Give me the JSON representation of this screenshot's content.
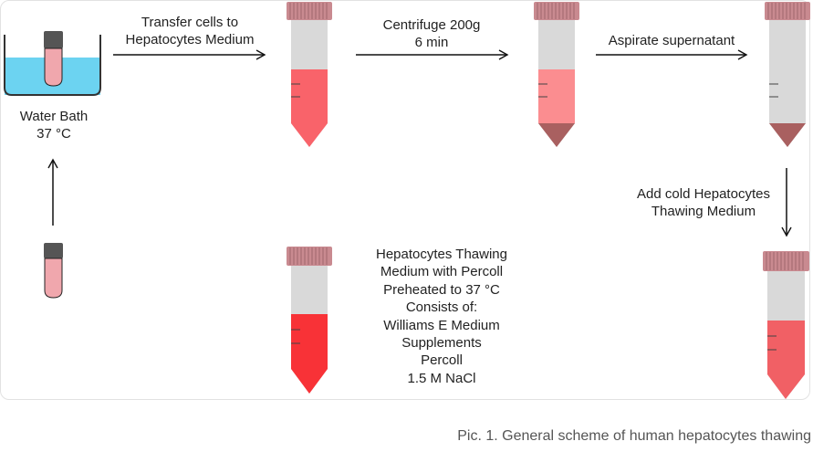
{
  "steps": {
    "water_bath_label": [
      "Water Bath",
      "37 °C"
    ],
    "transfer_label": [
      "Transfer cells to",
      "Hepatocytes Medium"
    ],
    "centrifuge_label": [
      "Centrifuge 200g",
      "6 min"
    ],
    "aspirate_label": [
      "Aspirate supernatant"
    ],
    "add_medium_label": [
      "Add cold Hepatocytes",
      "Thawing Medium"
    ]
  },
  "medium_info": {
    "lines": [
      "Hepatocytes Thawing",
      "Medium with Percoll",
      "Preheated to 37 °C",
      "Consists of:",
      "Williams E Medium",
      "Supplements",
      "Percoll",
      "1.5 M NaCl"
    ]
  },
  "caption": "Pic. 1. General scheme of human hepatocytes thawing",
  "colors": {
    "water": "#6cd3f1",
    "cap": "#c98a90",
    "tube_glass": "#d9d9d9",
    "medium_transfer": "#f9636a",
    "medium_centrifuged": "#fb8d90",
    "pellet": "#a96060",
    "medium_percoll": "#f83237",
    "medium_cold": "#f16065",
    "vial_cap": "#555555",
    "vial_body": "#f0a7ad",
    "arrow": "#111111"
  }
}
